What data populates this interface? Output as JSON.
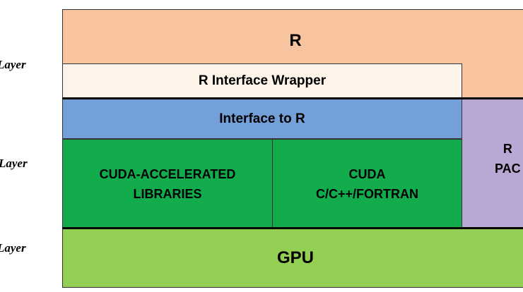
{
  "layers": {
    "top": "Layer",
    "middle": "Layer",
    "bottom": "Layer"
  },
  "blocks": {
    "r": "R",
    "r_interface_wrapper": "R Interface Wrapper",
    "interface_to_r": "Interface to R",
    "cuda_accelerated_libraries": "CUDA-ACCELERATED\nLIBRARIES",
    "cuda_languages": "CUDA\nC/C++/FORTRAN",
    "r_packages": "R\nPAC",
    "gpu": "GPU"
  },
  "colors": {
    "r": "#f8c4a0",
    "r_interface_wrapper": "#fdf3e8",
    "interface_to_r": "#73a0d8",
    "cuda": "#13ac4c",
    "r_packages": "#b9a8d3",
    "gpu": "#93cf53"
  }
}
